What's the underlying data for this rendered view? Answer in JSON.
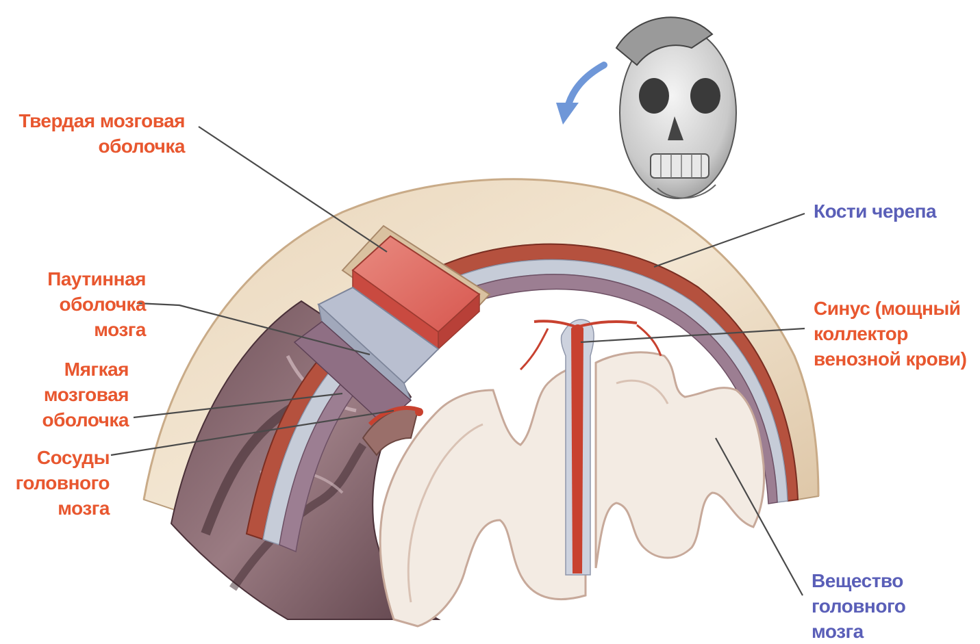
{
  "colors": {
    "label_orange": "#e8572f",
    "label_blue": "#5a5fb8",
    "bone": "#ecdcc4",
    "dura": "#e26a63",
    "arachnoid": "#b9bfd0",
    "pia": "#8c6c78",
    "brain_tissue": "#f2e8e0",
    "vessel": "#c8412f",
    "leader_line": "#4a4a4a",
    "arrow": "#6f97d8"
  },
  "labels": {
    "dura_mater": [
      "Твердая мозговая",
      "оболочка"
    ],
    "arachnoid_mater": [
      "Паутинная",
      "оболочка",
      "мозга"
    ],
    "pia_mater": [
      "Мягкая",
      "мозговая",
      "оболочка"
    ],
    "brain_vessels": [
      "Сосуды",
      "головного",
      "мозга"
    ],
    "skull_bones": [
      "Кости черепа"
    ],
    "sinus": [
      "Синус (мощный",
      "коллектор",
      "венозной крови)"
    ],
    "brain_substance": [
      "Вещество",
      "головного",
      "мозга"
    ]
  },
  "icons": {
    "skull": "skull-icon",
    "arrow": "curved-arrow-icon"
  }
}
